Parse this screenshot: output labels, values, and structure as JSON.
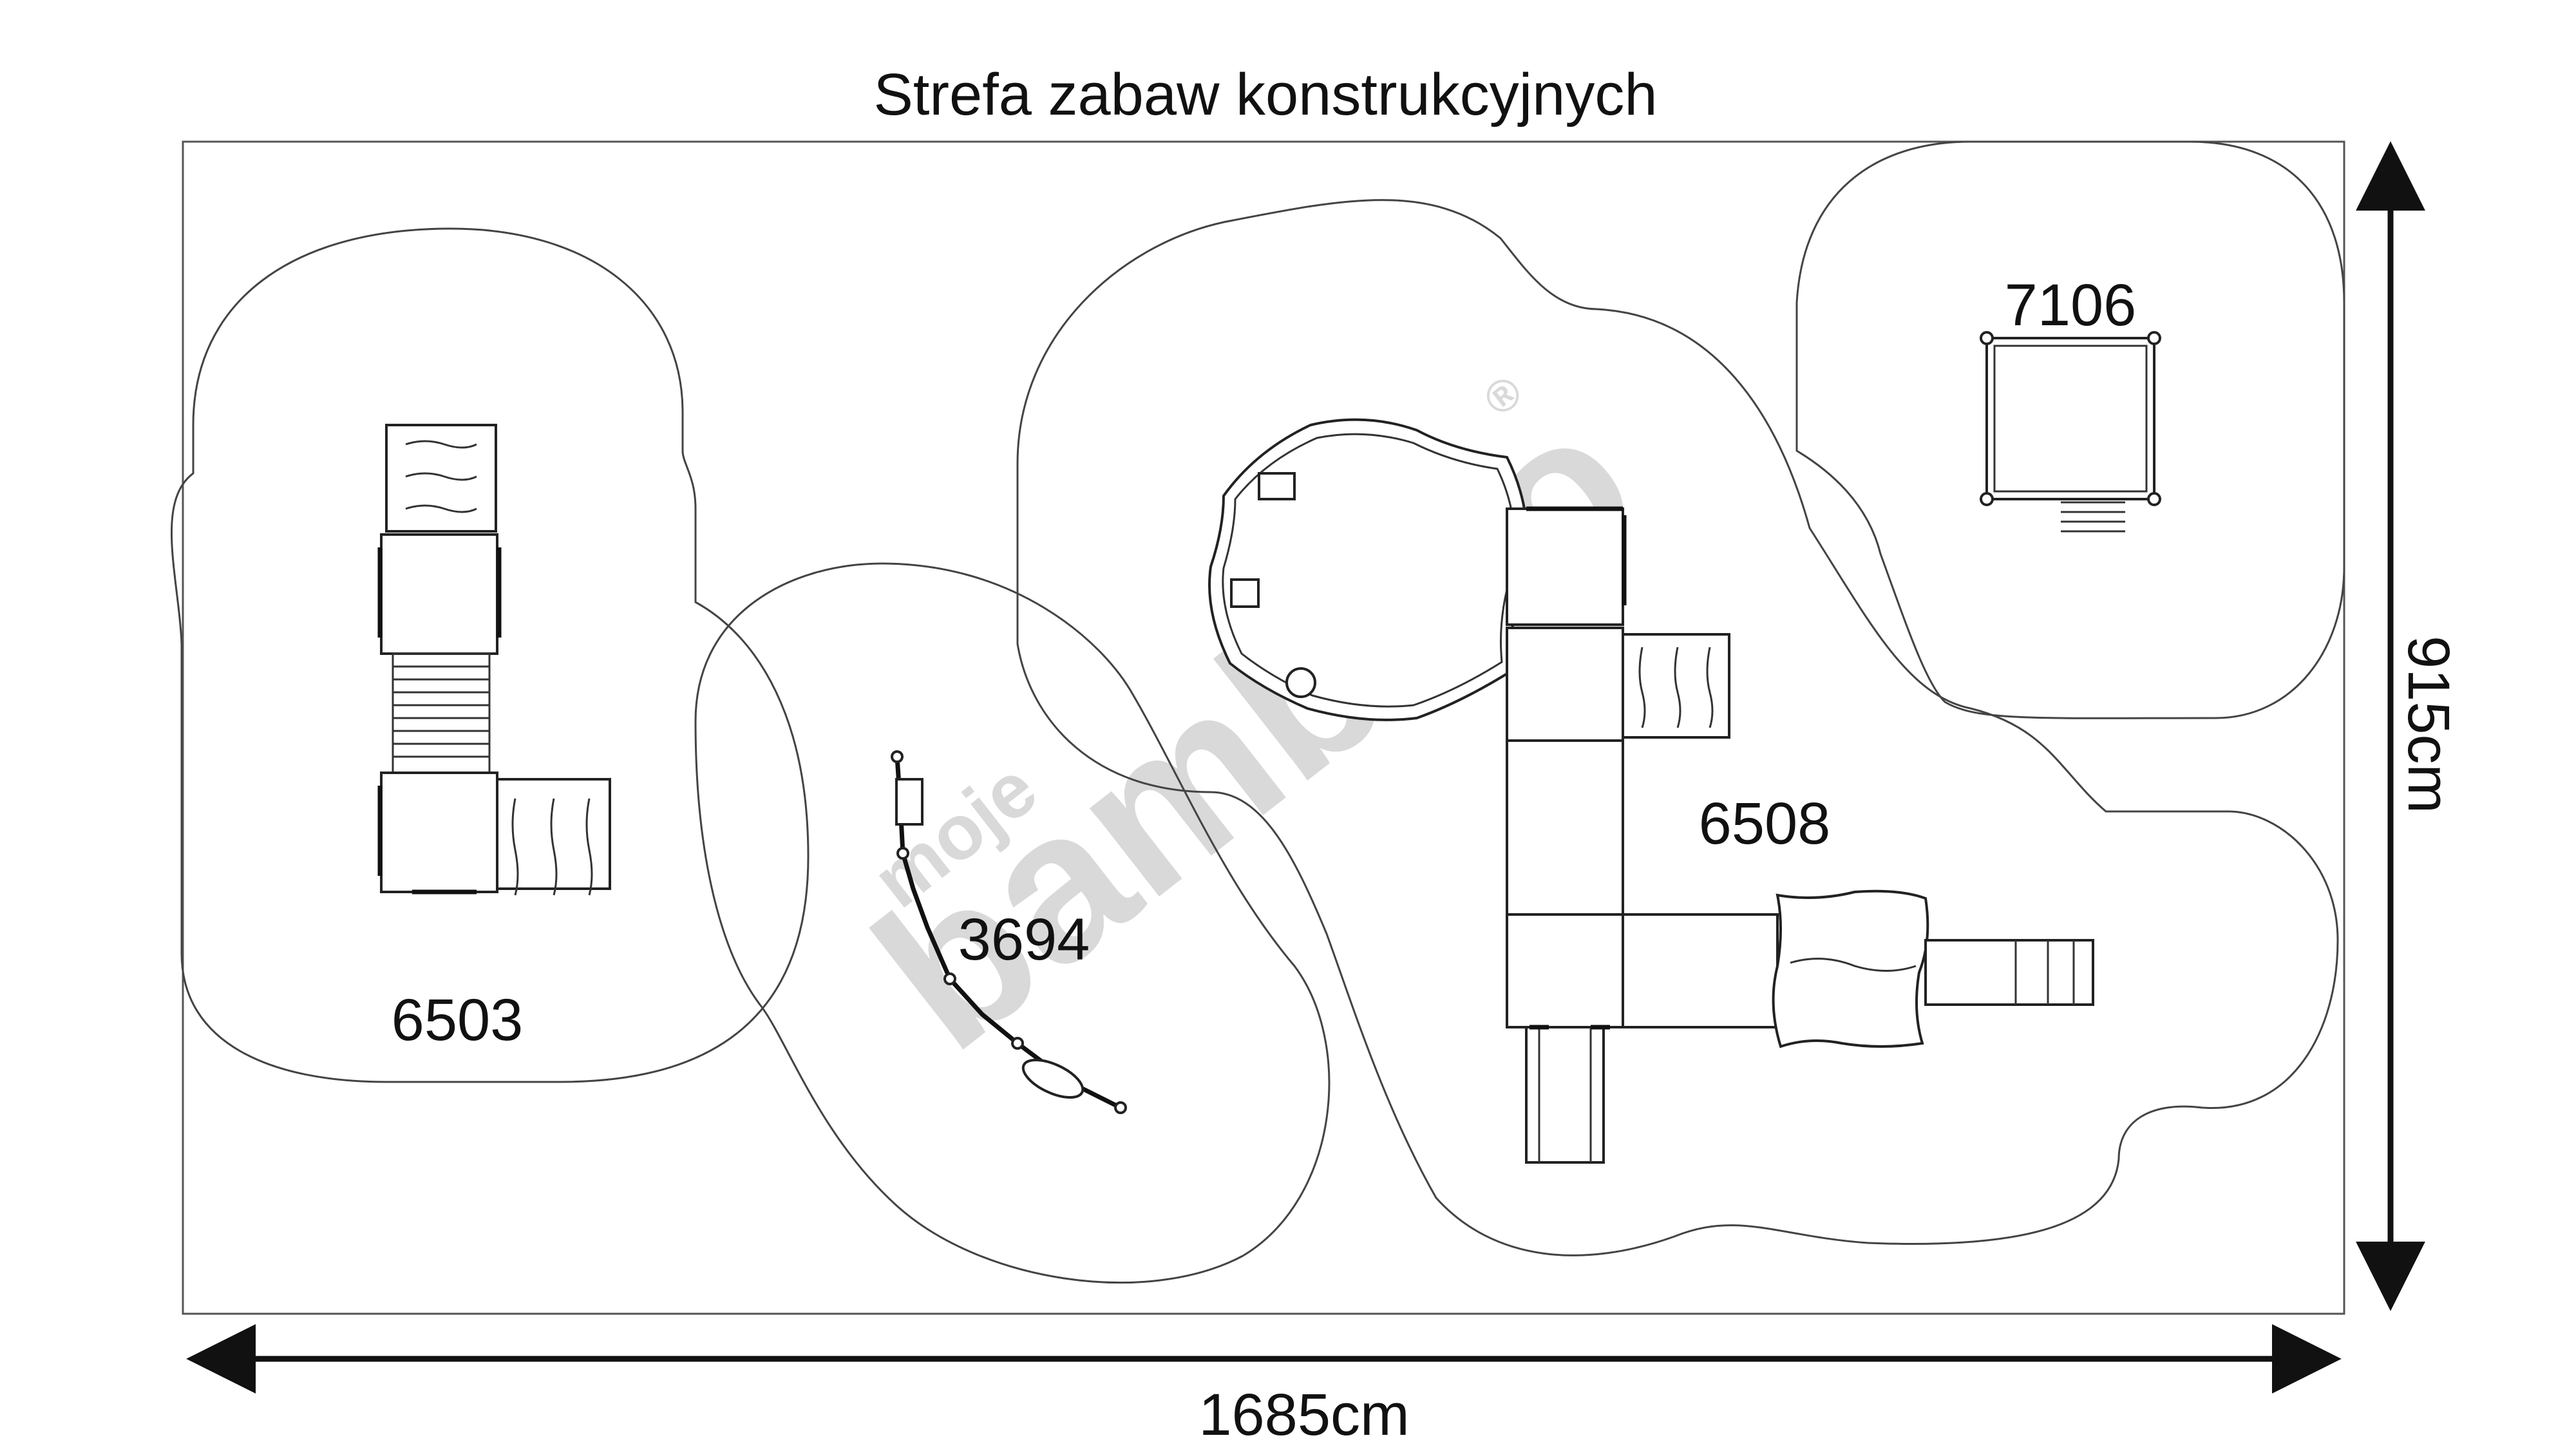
{
  "title": "Strefa zabaw konstrukcyjnych",
  "dimensions": {
    "width": "1685cm",
    "height": "915cm"
  },
  "zones": [
    {
      "code": "6503"
    },
    {
      "code": "3694"
    },
    {
      "code": "6508"
    },
    {
      "code": "7106"
    }
  ],
  "watermark": {
    "brand": "bambino",
    "prefix": "moje",
    "registered": "®"
  }
}
